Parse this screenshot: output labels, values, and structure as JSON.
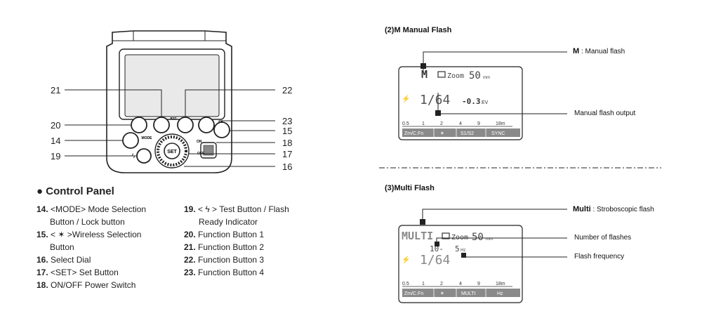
{
  "panel_numbers": {
    "n21": "21",
    "n22": "22",
    "n20": "20",
    "n23": "23",
    "n14": "14",
    "n15": "15",
    "n18": "18",
    "n19": "19",
    "n17": "17",
    "n16": "16"
  },
  "device_labels": {
    "mode": "MODE",
    "rst": "RST",
    "set": "SET",
    "on": "ON",
    "off": "OFF"
  },
  "control_panel": {
    "title": "Control Panel",
    "left": [
      {
        "num": "14.",
        "line1": "<MODE> Mode Selection",
        "line2": "Button / Lock button"
      },
      {
        "num": "15.",
        "line1": "< ✶ >Wireless Selection",
        "line2": "Button"
      },
      {
        "num": "16.",
        "line1": "Select Dial",
        "line2": ""
      },
      {
        "num": "17.",
        "line1": "<SET> Set Button",
        "line2": ""
      },
      {
        "num": "18.",
        "line1": "ON/OFF Power Switch",
        "line2": ""
      }
    ],
    "right": [
      {
        "num": "19.",
        "line1": "< ϟ > Test Button / Flash",
        "line2": "Ready Indicator"
      },
      {
        "num": "20.",
        "line1": "Function Button 1",
        "line2": ""
      },
      {
        "num": "21.",
        "line1": "Function Button 2",
        "line2": ""
      },
      {
        "num": "22.",
        "line1": "Function Button 3",
        "line2": ""
      },
      {
        "num": "23.",
        "line1": "Function Button 4",
        "line2": ""
      }
    ]
  },
  "manual_section": {
    "title": "(2)M Manual Flash",
    "lcd": {
      "mode": "M",
      "zoom_label": "Zoom",
      "zoom_value": "50",
      "zoom_unit": "mm",
      "power": "1/64",
      "ev": "-0.3",
      "ev_unit": "EV",
      "scale": [
        "0.5",
        "1",
        "2",
        "4",
        "9",
        "18m"
      ],
      "buttons": [
        "Zm/C.Fn",
        "✶",
        "S1/S2",
        "SYNC"
      ]
    },
    "callouts": {
      "mode_key": "M",
      "mode_desc": ": Manual flash",
      "output": "Manual flash output"
    }
  },
  "multi_section": {
    "title": "(3)Multi Flash",
    "lcd": {
      "mode": "MULTI",
      "zoom_label": "Zoom",
      "zoom_value": "50",
      "zoom_unit": "mm",
      "count": "10-",
      "freq": "5",
      "freq_unit": "Hz",
      "power": "1/64",
      "scale": [
        "0.5",
        "1",
        "2",
        "4",
        "9",
        "18m"
      ],
      "buttons": [
        "Zm/C.Fn",
        "✶",
        "MULTI",
        "Hz"
      ]
    },
    "callouts": {
      "mode_key": "Multi",
      "mode_desc": ": Stroboscopic flash",
      "count": "Number of flashes",
      "freq": "Flash frequency"
    }
  }
}
